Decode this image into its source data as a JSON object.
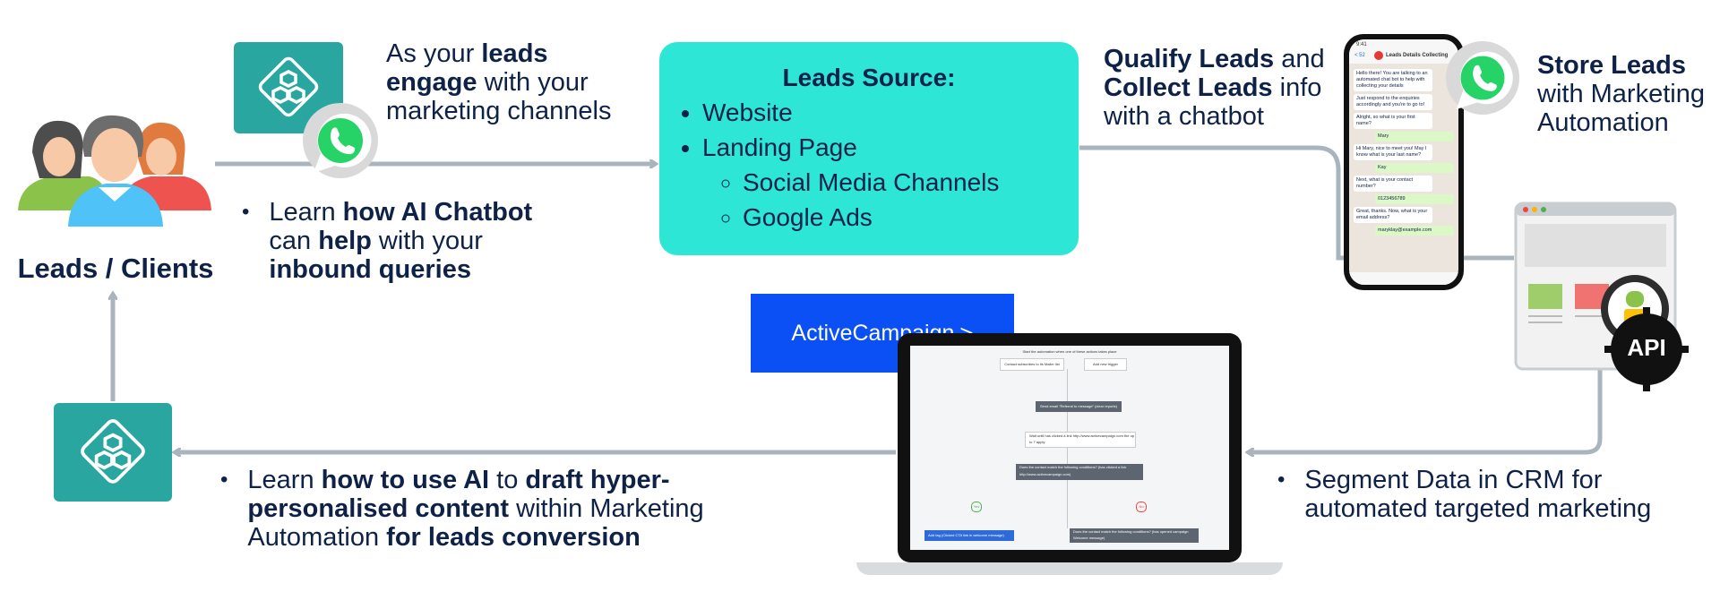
{
  "leads_group": {
    "label": "Leads / Clients"
  },
  "engage": {
    "pre": "As your ",
    "b1": "leads",
    "l2b": "engage",
    "l2": " with your",
    "l3": "marketing channels"
  },
  "chatbot_learn": {
    "pre": "Learn ",
    "b1": "how AI Chatbot",
    "l2pre": "can ",
    "l2b": "help",
    "l2post": " with your",
    "l3b": "inbound queries"
  },
  "leads_source": {
    "title": "Leads Source:",
    "items": [
      "Website",
      "Landing Page"
    ],
    "subitems": [
      "Social Media Channels",
      "Google Ads"
    ]
  },
  "qualify": {
    "b1": "Qualify Leads",
    "l1": " and",
    "b2": "Collect Leads",
    "l2": " info",
    "l3": "with a chatbot"
  },
  "store": {
    "b1": "Store Leads",
    "l2": "with Marketing",
    "l3": "Automation"
  },
  "segment": {
    "l1": "Segment Data in CRM for",
    "l2": "automated targeted marketing"
  },
  "ai_learn": {
    "pre": "Learn ",
    "b1": "how to use AI",
    "mid": " to ",
    "b2": "draft hyper-",
    "b3": "personalised content",
    "l2post": " within Marketing",
    "l3": "Automation ",
    "b4": "for leads conversion"
  },
  "activecampaign": {
    "label": "ActiveCampaign",
    "arrow": ">"
  },
  "api_badge": {
    "label": "API"
  },
  "phone": {
    "time": "9:41",
    "back": "< 52",
    "chat_title": "Leads Details Collecting",
    "messages": [
      {
        "side": "in",
        "text": "Hello there! You are talking to an automated chat bot to help with collecting your details"
      },
      {
        "side": "in",
        "text": "Just respond to the enquiries accordingly and you're to go to!"
      },
      {
        "side": "in",
        "text": "Alright, so what is your first name?"
      },
      {
        "side": "out",
        "text": "Mary"
      },
      {
        "side": "in",
        "text": "Hi Mary, nice to meet you! May I know what is your last name?"
      },
      {
        "side": "out",
        "text": "Kay"
      },
      {
        "side": "in",
        "text": "Next, what is your contact number?"
      },
      {
        "side": "out",
        "text": "0123456789"
      },
      {
        "side": "in",
        "text": "Great, thanks. Now, what is your email address?"
      },
      {
        "side": "out",
        "text": "maryklay@example.com"
      }
    ]
  },
  "automation": {
    "header": "Start the automation when one of these actions takes place",
    "trigger1": "Contact subscribes to its Mailer list",
    "trigger2": "Add new trigger",
    "step1": "Send email \"Referral to message\" (clear reports)",
    "step2": "Wait until has clicked a link http://www.activecampaign.com the up to 7 apply",
    "step3": "Does the contact match the following conditions? (has clicked a link http://www.activecampaign.com)",
    "yes": "Yes",
    "no": "No",
    "step4": "Add tag (Clicked CTA link in welcome message)",
    "step5": "Does the contact match the following conditions? (has opened campaign Welcome message)"
  },
  "colors": {
    "navy": "#0e2147",
    "teal": "#2aa6a1",
    "aqua": "#2de6d6",
    "ac_blue": "#0b50f5",
    "connector": "#aab4bd",
    "whatsapp": "#25d366"
  },
  "icons": [
    "people-icon",
    "hexagon-network-icon",
    "whatsapp-icon",
    "phone-chat-icon",
    "browser-window-icon",
    "gear-robot-icon",
    "laptop-icon"
  ]
}
